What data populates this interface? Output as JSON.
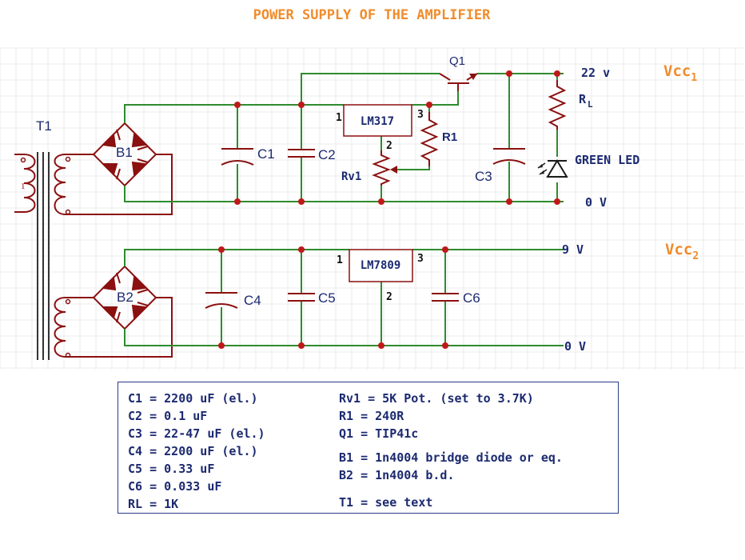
{
  "title": "POWER SUPPLY OF THE AMPLIFIER",
  "rails": {
    "vcc1": {
      "name": "Vcc",
      "sub": "1"
    },
    "vcc2": {
      "name": "Vcc",
      "sub": "2"
    }
  },
  "voltages": {
    "v22": "22 v",
    "v0_top": "0 V",
    "v9": "9 V",
    "v0_bottom": "0 V"
  },
  "labels": {
    "t1": "T1",
    "t1_pin": "1",
    "b1": "B1",
    "b2": "B2",
    "c1": "C1",
    "c2": "C2",
    "c3": "C3",
    "c4": "C4",
    "c5": "C5",
    "c6": "C6",
    "q1": "Q1",
    "r1": "R1",
    "rv1": "Rv1",
    "rl_main": "R",
    "rl_sub": "L",
    "green_led": "GREEN LED",
    "lm317": "LM317",
    "lm7809": "LM7809",
    "lm317_pin1": "1",
    "lm317_pin2": "2",
    "lm317_pin3": "3",
    "lm7809_pin1": "1",
    "lm7809_pin2": "2",
    "lm7809_pin3": "3"
  },
  "parts_list": {
    "left": [
      "C1 = 2200 uF (el.)",
      "C2 = 0.1 uF",
      "C3 = 22-47 uF (el.)",
      "C4 = 2200 uF (el.)",
      "C5 = 0.33 uF",
      "C6 = 0.033 uF",
      "RL = 1K"
    ],
    "right": [
      "Rv1 = 5K Pot. (set to 3.7K)",
      "R1 = 240R",
      "Q1 = TIP41c",
      "B1 = 1n4004 bridge diode or eq.",
      "B2 = 1n4004 b.d.",
      "T1 = see text"
    ]
  },
  "colors": {
    "title": "#f08c2c",
    "wire": "#2e8b2e",
    "component": "#8b1010",
    "node": "#c01818",
    "label": "#1c2a70"
  }
}
